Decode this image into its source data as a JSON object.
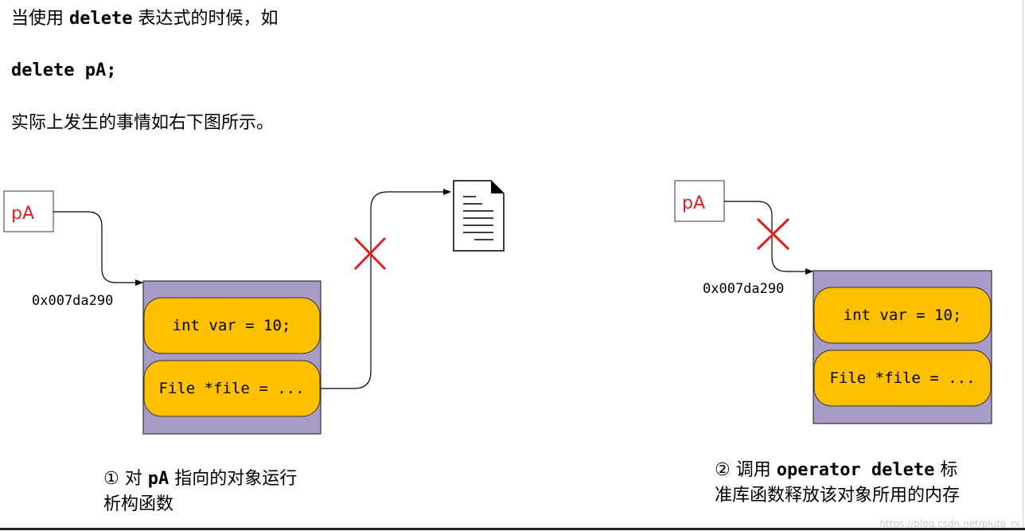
{
  "intro": {
    "line1_prefix": "当使用 ",
    "line1_code": "delete",
    "line1_suffix": " 表达式的时候，如",
    "code_line": "delete pA;",
    "line3": "实际上发生的事情如右下图所示。"
  },
  "diagram_left": {
    "pointer_label": "pA",
    "address": "0x007da290",
    "field1": "int var = 10;",
    "field2": "File *file = ..."
  },
  "diagram_right": {
    "pointer_label": "pA",
    "address": "0x007da290",
    "field1": "int var = 10;",
    "field2": "File *file = ..."
  },
  "captions": {
    "left_prefix": "① 对 ",
    "left_code": "pA",
    "left_suffix": " 指向的对象运行",
    "left_line2": "析构函数",
    "right_prefix": "② 调用 ",
    "right_code": "operator delete",
    "right_suffix": " 标",
    "right_line2": "准库函数释放该对象所用的内存"
  },
  "watermark": "https://blog.csdn.net/pluto_rx",
  "colors": {
    "object_fill": "#a89bc7",
    "field_fill": "#ffc000",
    "pointer_text": "#e02020",
    "cross": "#e02020"
  }
}
